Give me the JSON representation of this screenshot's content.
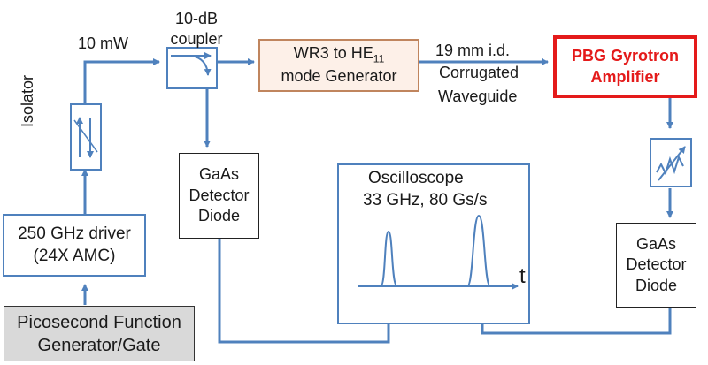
{
  "labels": {
    "power": "10 mW",
    "coupler": "10-dB\ncoupler",
    "isolator": "Isolator",
    "waveguide_1": "19 mm i.d.",
    "waveguide_2": "Corrugated",
    "waveguide_3": "Waveguide",
    "osc_title": "Oscilloscope",
    "osc_spec": "33 GHz, 80 Gs/s",
    "time_axis": "t"
  },
  "boxes": {
    "mode_gen_line1_prefix": "WR3 to HE",
    "mode_gen_line1_sub": "11",
    "mode_gen_line2": "mode Generator",
    "gyrotron_line1": "PBG Gyrotron",
    "gyrotron_line2": "Amplifier",
    "detector_left": [
      "GaAs",
      "Detector",
      "Diode"
    ],
    "detector_right": [
      "GaAs",
      "Detector",
      "Diode"
    ],
    "driver_line1": "250 GHz driver",
    "driver_line2": "(24X AMC)",
    "function_gen_line1": "Picosecond Function",
    "function_gen_line2": "Generator/Gate"
  },
  "colors": {
    "line": "#4f81bd",
    "gyrotron": "#e41a1a",
    "mode_gen_border": "#c0855e",
    "mode_gen_fill": "#fdf0e8",
    "function_gen_fill": "#d9d9d9"
  }
}
